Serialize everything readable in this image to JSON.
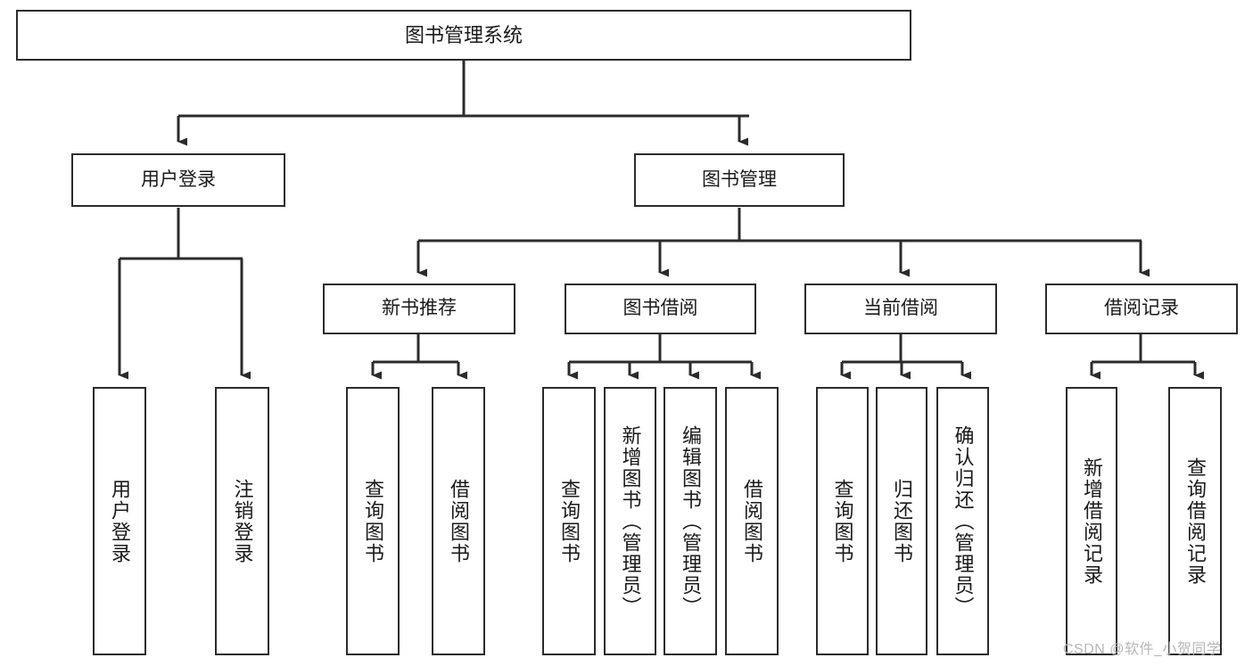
{
  "diagram": {
    "type": "hierarchy-tree",
    "title": "图书管理系统",
    "watermark": "CSDN @软件_小贺同学",
    "colors": {
      "box_border": "#2b2b2b",
      "box_fill": "#ffffff",
      "connector": "#2b2b2b",
      "text": "#1a1a1a",
      "watermark": "#b7b7b7"
    },
    "root": {
      "label": "图书管理系统"
    },
    "level2": [
      {
        "label": "用户登录"
      },
      {
        "label": "图书管理"
      }
    ],
    "level3": [
      {
        "label": "新书推荐"
      },
      {
        "label": "图书借阅"
      },
      {
        "label": "当前借阅"
      },
      {
        "label": "借阅记录"
      }
    ],
    "leaves": {
      "user_login": [
        {
          "label": "用户登录"
        },
        {
          "label": "注销登录"
        }
      ],
      "new_book_recommend": [
        {
          "label": "查询图书"
        },
        {
          "label": "借阅图书"
        }
      ],
      "book_borrow": [
        {
          "label": "查询图书"
        },
        {
          "label": "新增图书（管理员）"
        },
        {
          "label": "编辑图书（管理员）"
        },
        {
          "label": "借阅图书"
        }
      ],
      "current_borrow": [
        {
          "label": "查询图书"
        },
        {
          "label": "归还图书"
        },
        {
          "label": "确认归还（管理员）"
        }
      ],
      "borrow_record": [
        {
          "label": "新增借阅记录"
        },
        {
          "label": "查询借阅记录"
        }
      ]
    }
  }
}
